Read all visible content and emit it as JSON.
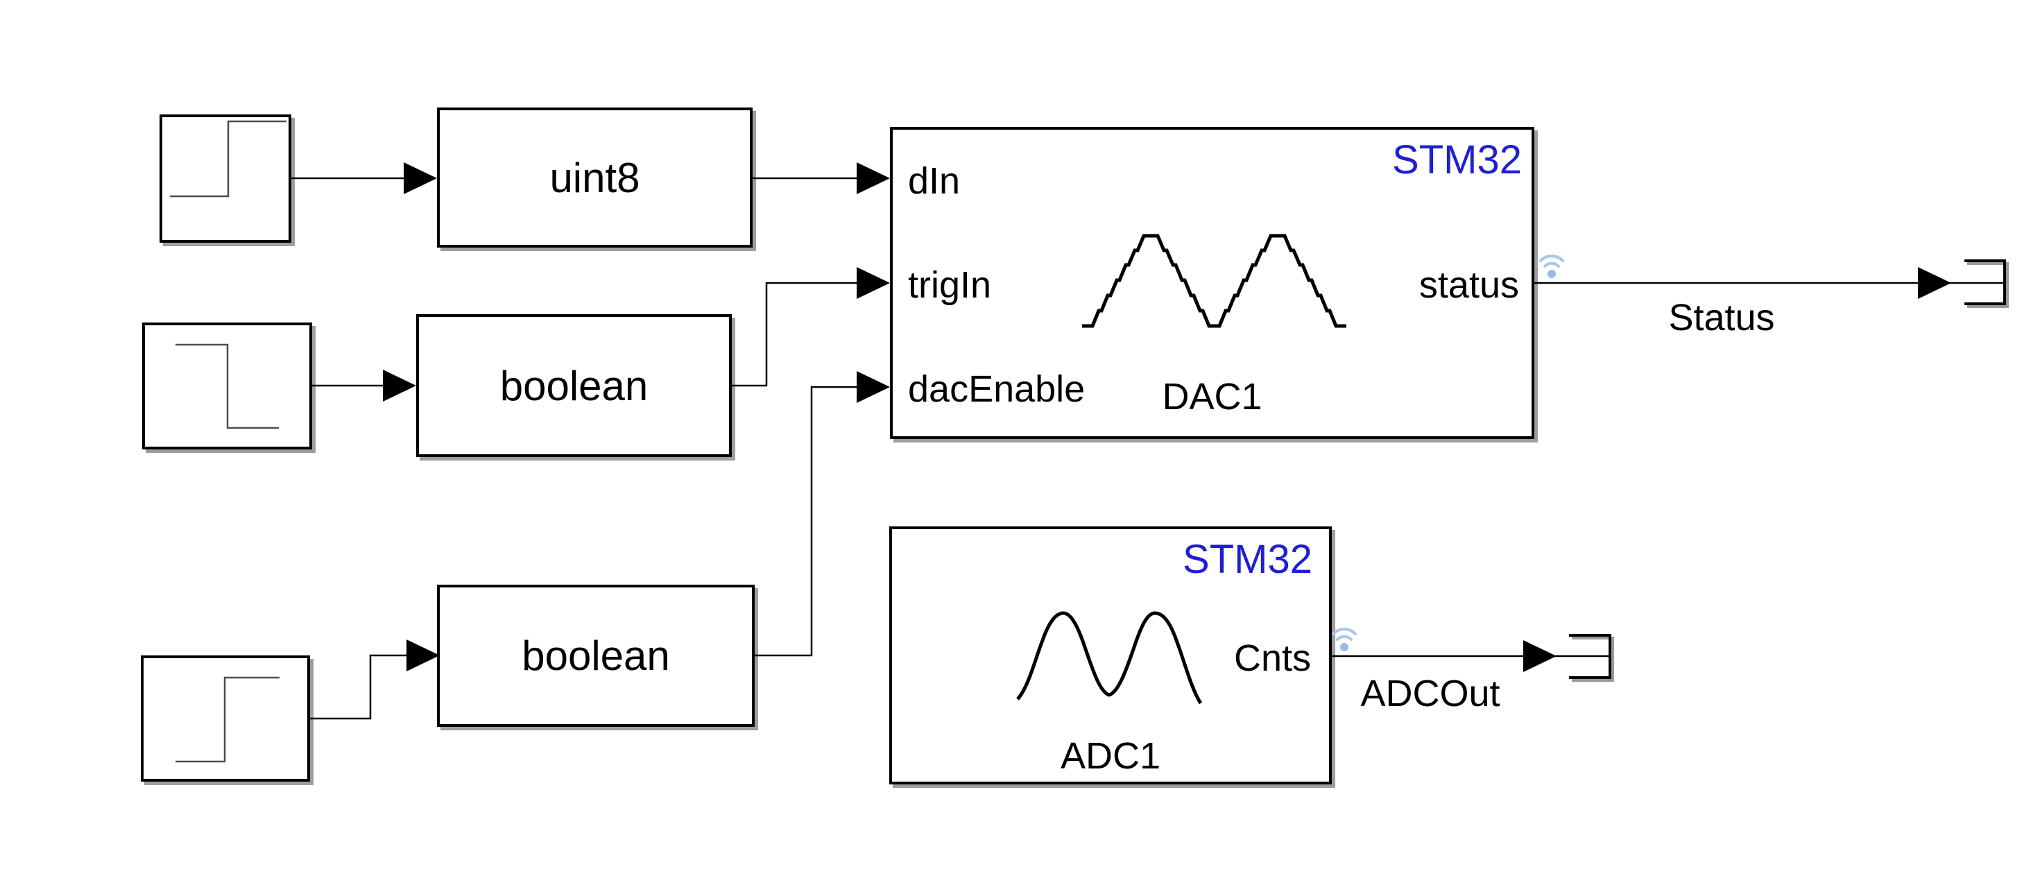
{
  "canvas": {
    "background": "#ffffff"
  },
  "colors": {
    "block_border": "#000000",
    "block_fill": "#ffffff",
    "vendor_blue": "#1e1ed2",
    "wireless_blue_arc": "#a9c6ea",
    "wireless_blue_dot": "#9cbae4",
    "wire": "#000000",
    "step_icon_gray": "#4d4d4d"
  },
  "sources": {
    "step1": {
      "icon": "step-up-icon"
    },
    "step2": {
      "icon": "step-down-icon"
    },
    "step3": {
      "icon": "step-up-icon"
    }
  },
  "converters": {
    "uint8": {
      "label": "uint8"
    },
    "boolean_top": {
      "label": "boolean"
    },
    "boolean_bottom": {
      "label": "boolean"
    }
  },
  "dac": {
    "vendor": "STM32",
    "name": "DAC1",
    "icon": "stepped-sine-wave-icon",
    "ports": {
      "din": "dIn",
      "trigin": "trigIn",
      "dacenable": "dacEnable",
      "status": "status"
    }
  },
  "adc": {
    "vendor": "STM32",
    "name": "ADC1",
    "icon": "sine-wave-icon",
    "ports": {
      "cnts": "Cnts"
    }
  },
  "signals": {
    "status": "Status",
    "adcout": "ADCOut"
  }
}
